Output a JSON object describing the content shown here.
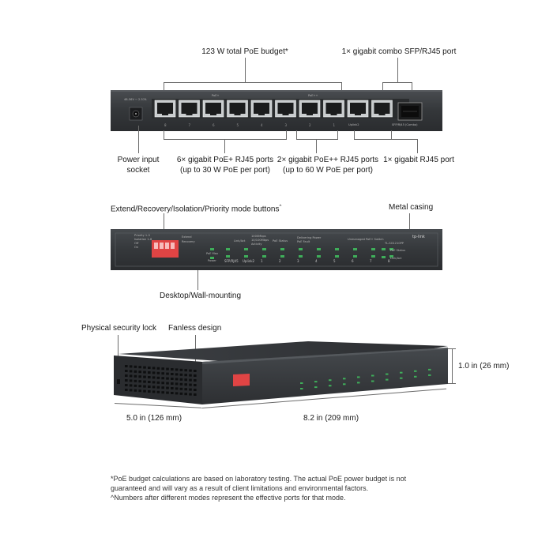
{
  "rear_view": {
    "callouts": {
      "poe_budget": "123 W total PoE budget*",
      "combo_port": "1× gigabit combo SFP/RJ45 port",
      "power_input_line1": "Power input",
      "power_input_line2": "socket",
      "poe_plus_line1": "6× gigabit PoE+ RJ45 ports",
      "poe_plus_line2": "(up to 30 W PoE per port)",
      "poe_plusplus_line1": "2× gigabit PoE++ RJ45 ports",
      "poe_plusplus_line2": "(up to 60 W PoE per port)",
      "rj45_port": "1× gigabit RJ45 port"
    },
    "panel_text": {
      "dc_label": "48-56V ⎓ 2.57A",
      "poe_plus_group": "PoE+",
      "poe_plusplus_group": "PoE++",
      "port_numbers": [
        "8",
        "7",
        "6",
        "5",
        "4",
        "3",
        "2",
        "1"
      ],
      "uplink_label": "Uplink2",
      "combo_label": "SFP/RJ45 (Combo)"
    }
  },
  "front_view": {
    "callouts": {
      "mode_buttons": "Extend/Recovery/Isolation/Priority mode buttons",
      "mode_buttons_superscript": "^",
      "metal_casing": "Metal casing",
      "mounting": "Desktop/Wall-mounting"
    },
    "panel_text": {
      "brand": "tp-link",
      "model": "TL-SG1210PP",
      "product": "Unmanaged PoE+ Switch",
      "poe_max": "PoE Max",
      "power": "Power",
      "link_act": "Link/Act",
      "speed_legend": [
        "1000Mbps",
        "10/100Mbps",
        "Activity"
      ],
      "poe_status": "PoE Status",
      "poe_status_legend": [
        "Delivering Power",
        "PoE Fault"
      ],
      "poe_status_right": "PoE Status",
      "link_act_right": "Link/Act",
      "mode_labels": [
        "Priority 1-3",
        "Isolation 1-8",
        "Off",
        "On"
      ],
      "mode_right_labels": [
        "Extend",
        "Recovery"
      ],
      "port_labels": [
        "SFP/RJ45",
        "Uplink2",
        "1",
        "2",
        "3",
        "4",
        "5",
        "6",
        "7",
        "8"
      ]
    }
  },
  "angled_view": {
    "callouts": {
      "security_lock": "Physical security lock",
      "fanless": "Fanless design",
      "height": "1.0 in (26 mm)",
      "depth": "5.0 in (126 mm)",
      "width": "8.2 in (209 mm)"
    }
  },
  "footnotes": {
    "line1": "*PoE budget calculations are based on laboratory testing. The actual PoE power budget is not",
    "line2": "guaranteed and will vary as a result of client limitations and environmental factors.",
    "line3": "^Numbers after different modes represent the effective ports for that mode."
  },
  "colors": {
    "chassis_dark": "#2e3033",
    "chassis_mid": "#3d4044",
    "port_body": "#c9ccce",
    "led_green": "#3fae5a",
    "mode_switch_red": "#d93a3a",
    "leader_line": "#6b6b6b"
  }
}
